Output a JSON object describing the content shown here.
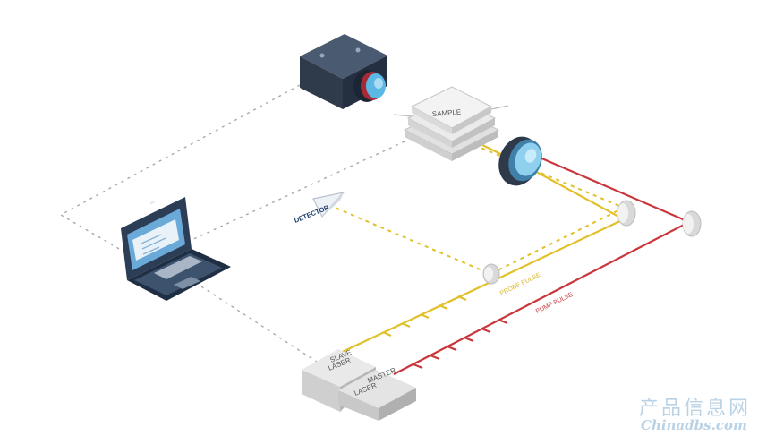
{
  "labels": {
    "sample": "SAMPLE",
    "detector": "DETECTOR",
    "probe_pulse": "PROBE PULSE",
    "pump_pulse": "PUMP PULSE",
    "slave_laser_1": "SLAVE",
    "slave_laser_2": "LASER",
    "master_laser_1": "MASTER",
    "master_laser_2": "LASER"
  },
  "watermark": {
    "cn": "产品信息网",
    "en": "Chinadbs.com"
  },
  "colors": {
    "probe_beam": "#e2c02a",
    "pump_beam": "#c9363c",
    "dotted_link": "#a9a9a9",
    "camera_body": "#2f3b4b",
    "lens_blue": "#5bb7e4"
  }
}
